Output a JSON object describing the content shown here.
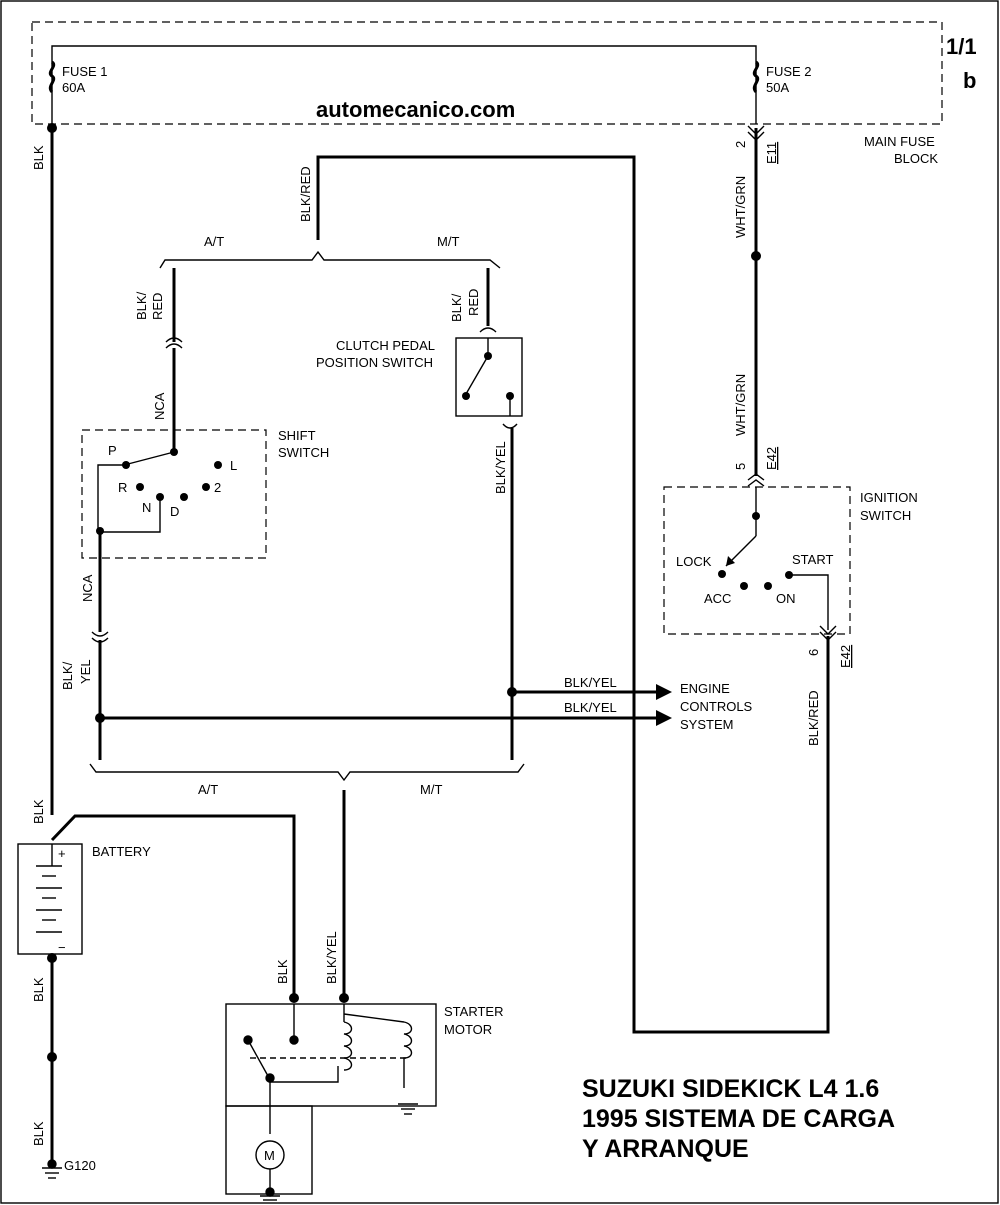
{
  "header": {
    "page_ref_top": "1/1",
    "page_ref_bottom": "b",
    "watermark": "automecanico.com"
  },
  "fuse_block": {
    "fuse1": {
      "name": "FUSE 1",
      "rating": "60A"
    },
    "fuse2": {
      "name": "FUSE 2",
      "rating": "50A"
    },
    "label_line1": "MAIN FUSE",
    "label_line2": "BLOCK"
  },
  "connectors": {
    "e11_pin": "2",
    "e11_name": "E11",
    "e42_top_pin": "5",
    "e42_top_name": "E42",
    "e42_bot_pin": "6",
    "e42_bot_name": "E42"
  },
  "wires": {
    "blk": "BLK",
    "blk_red": "BLK/RED",
    "blk_slash": "BLK/",
    "red": "RED",
    "blk_yel": "BLK/YEL",
    "yel": "YEL",
    "wht_grn": "WHT/GRN",
    "nca": "NCA"
  },
  "branches": {
    "at": "A/T",
    "mt": "M/T"
  },
  "components": {
    "clutch_line1": "CLUTCH PEDAL",
    "clutch_line2": "POSITION SWITCH",
    "shift_line1": "SHIFT",
    "shift_line2": "SWITCH",
    "shift_positions": {
      "p": "P",
      "r": "R",
      "n": "N",
      "d": "D",
      "two": "2",
      "l": "L"
    },
    "ignition_line1": "IGNITION",
    "ignition_line2": "SWITCH",
    "ignition_positions": {
      "lock": "LOCK",
      "acc": "ACC",
      "on": "ON",
      "start": "START"
    },
    "ecs_line1": "ENGINE",
    "ecs_line2": "CONTROLS",
    "ecs_line3": "SYSTEM",
    "battery": "BATTERY",
    "battery_plus": "+",
    "battery_minus": "−",
    "starter_line1": "STARTER",
    "starter_line2": "MOTOR",
    "motor_symbol": "M",
    "ground": "G120"
  },
  "caption": {
    "line1": "SUZUKI SIDEKICK L4 1.6",
    "line2": "1995 SISTEMA DE CARGA",
    "line3": "Y ARRANQUE"
  }
}
